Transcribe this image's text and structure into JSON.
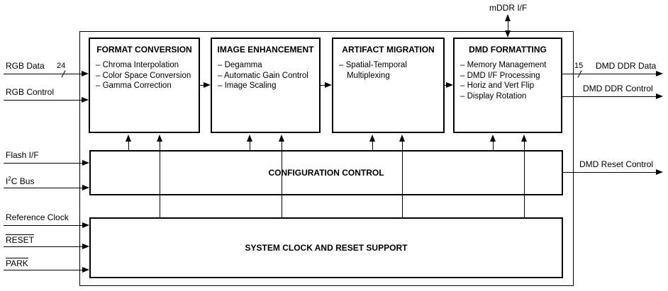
{
  "diagram": {
    "top_interface": {
      "label": "mDDR I/F"
    },
    "blocks": {
      "format_conversion": {
        "title": "FORMAT CONVERSION",
        "items": [
          "– Chroma Interpolation",
          "– Color Space Conversion",
          "– Gamma Correction"
        ]
      },
      "image_enhancement": {
        "title": "IMAGE ENHANCEMENT",
        "items": [
          "– Degamma",
          "– Automatic Gain Control",
          "– Image Scaling"
        ]
      },
      "artifact_migration": {
        "title": "ARTIFACT MIGRATION",
        "items": [
          "– Spatial-Temporal",
          "Multiplexing"
        ]
      },
      "dmd_formatting": {
        "title": "DMD FORMATTING",
        "items": [
          "– Memory Management",
          "– DMD I/F Processing",
          "– Horiz and Vert Flip",
          "– Display Rotation"
        ]
      },
      "configuration_control": {
        "title": "CONFIGURATION CONTROL"
      },
      "system_clock_reset": {
        "title": "SYSTEM CLOCK AND RESET SUPPORT"
      }
    },
    "inputs": {
      "rgb_data": {
        "label": "RGB Data",
        "bus_width": "24"
      },
      "rgb_control": {
        "label": "RGB Control"
      },
      "flash_if": {
        "label": "Flash I/F"
      },
      "i2c_bus": {
        "base": "I",
        "sup": "2",
        "rest": "C Bus"
      },
      "reference_clock": {
        "label": "Reference Clock"
      },
      "reset_n": {
        "label": "RESET"
      },
      "park_n": {
        "label": "PARK"
      }
    },
    "outputs": {
      "dmd_ddr_data": {
        "label": "DMD DDR Data",
        "bus_width": "15"
      },
      "dmd_ddr_control": {
        "label": "DMD DDR Control"
      },
      "dmd_reset_control": {
        "label": "DMD Reset Control"
      }
    },
    "colors": {
      "line": "#000000",
      "background": "#ffffff",
      "text": "#000000"
    }
  }
}
